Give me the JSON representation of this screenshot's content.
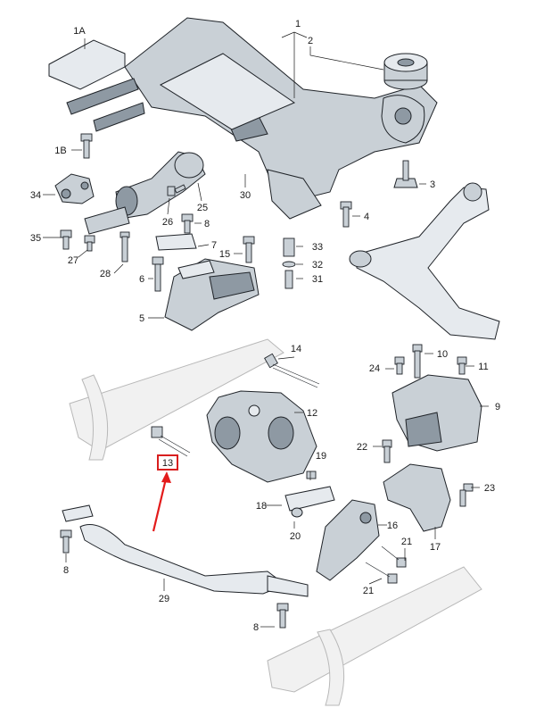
{
  "labels": {
    "l1": "1",
    "l1a": "1A",
    "l1b": "1B",
    "l2": "2",
    "l3": "3",
    "l4": "4",
    "l5": "5",
    "l6": "6",
    "l7": "7",
    "l8a": "8",
    "l8b": "8",
    "l8c": "8",
    "l9": "9",
    "l10": "10",
    "l11": "11",
    "l12": "12",
    "l13": "13",
    "l14": "14",
    "l15": "15",
    "l16": "16",
    "l17": "17",
    "l18": "18",
    "l19": "19",
    "l20": "20",
    "l21a": "21",
    "l21b": "21",
    "l22": "22",
    "l23": "23",
    "l24": "24",
    "l25": "25",
    "l26": "26",
    "l27": "27",
    "l28": "28",
    "l29": "29",
    "l30": "30",
    "l31": "31",
    "l32": "32",
    "l33": "33",
    "l34": "34",
    "l35": "35"
  },
  "highlight": {
    "part_number": "13",
    "color": "#d81e1e"
  }
}
